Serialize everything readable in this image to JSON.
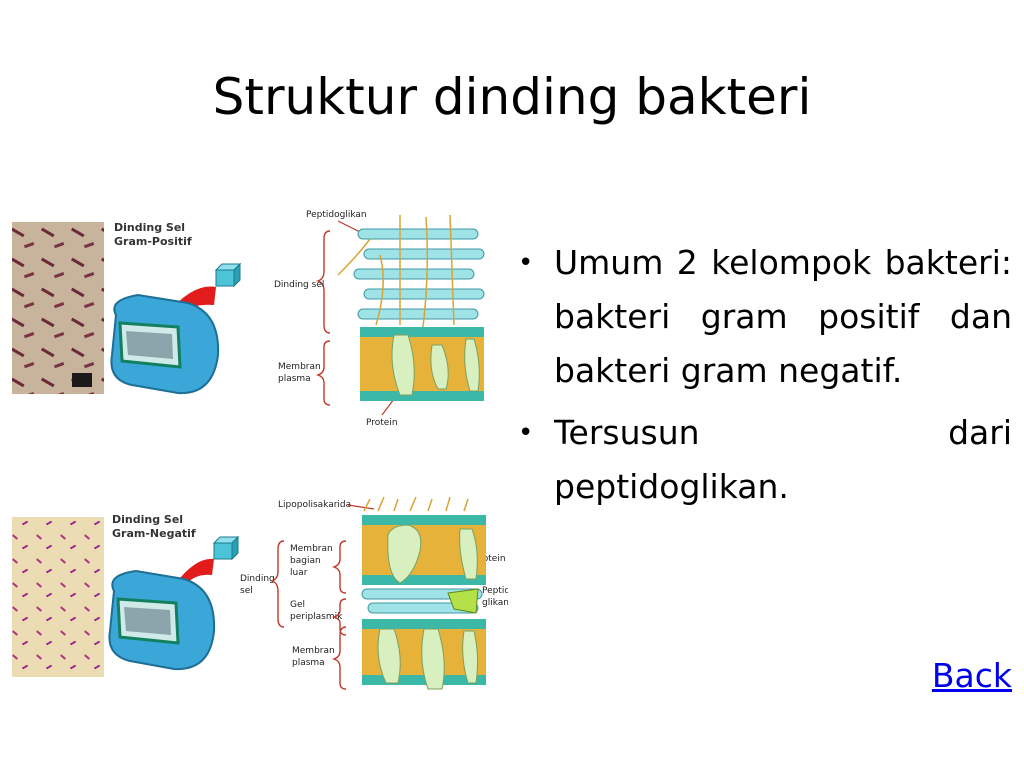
{
  "slide": {
    "title": "Struktur dinding bakteri",
    "bullets": [
      "Umum 2 kelompok bakteri: bakteri gram positif dan bakteri gram negatif.",
      "Tersusun dari peptidoglikan."
    ],
    "back_link": "Back"
  },
  "figure": {
    "gram_positive": {
      "heading": [
        "Dinding Sel",
        "Gram-Positif"
      ],
      "labels": {
        "peptidoglikan": "Peptidoglikan",
        "dinding_sel": "Dinding sel",
        "membran_plasma": [
          "Membran",
          "plasma"
        ],
        "protein": "Protein"
      }
    },
    "gram_negative": {
      "heading": [
        "Dinding Sel",
        "Gram-Negatif"
      ],
      "labels": {
        "lipopolisakarida": "Lipopolisakarida",
        "dinding_sel": [
          "Dinding",
          "sel"
        ],
        "membran_bagian_luar": [
          "Membran",
          "bagian",
          "luar"
        ],
        "gel_periplasmik": [
          "Gel",
          "periplasmik"
        ],
        "membran_plasma": [
          "Membran",
          "plasma"
        ],
        "protein": "Protein",
        "peptidoglikan": [
          "Peptido",
          "glikan"
        ]
      }
    }
  },
  "colors": {
    "text": "#000000",
    "link": "#0000ee",
    "membrane_head": "#3cb8a8",
    "membrane_tail": "#e6b23a",
    "peptidoglycan": "#9fe3e6",
    "cell_body": "#3aa7d8",
    "arrow_red": "#e21b1b",
    "protein_green": "#d8efc0"
  }
}
